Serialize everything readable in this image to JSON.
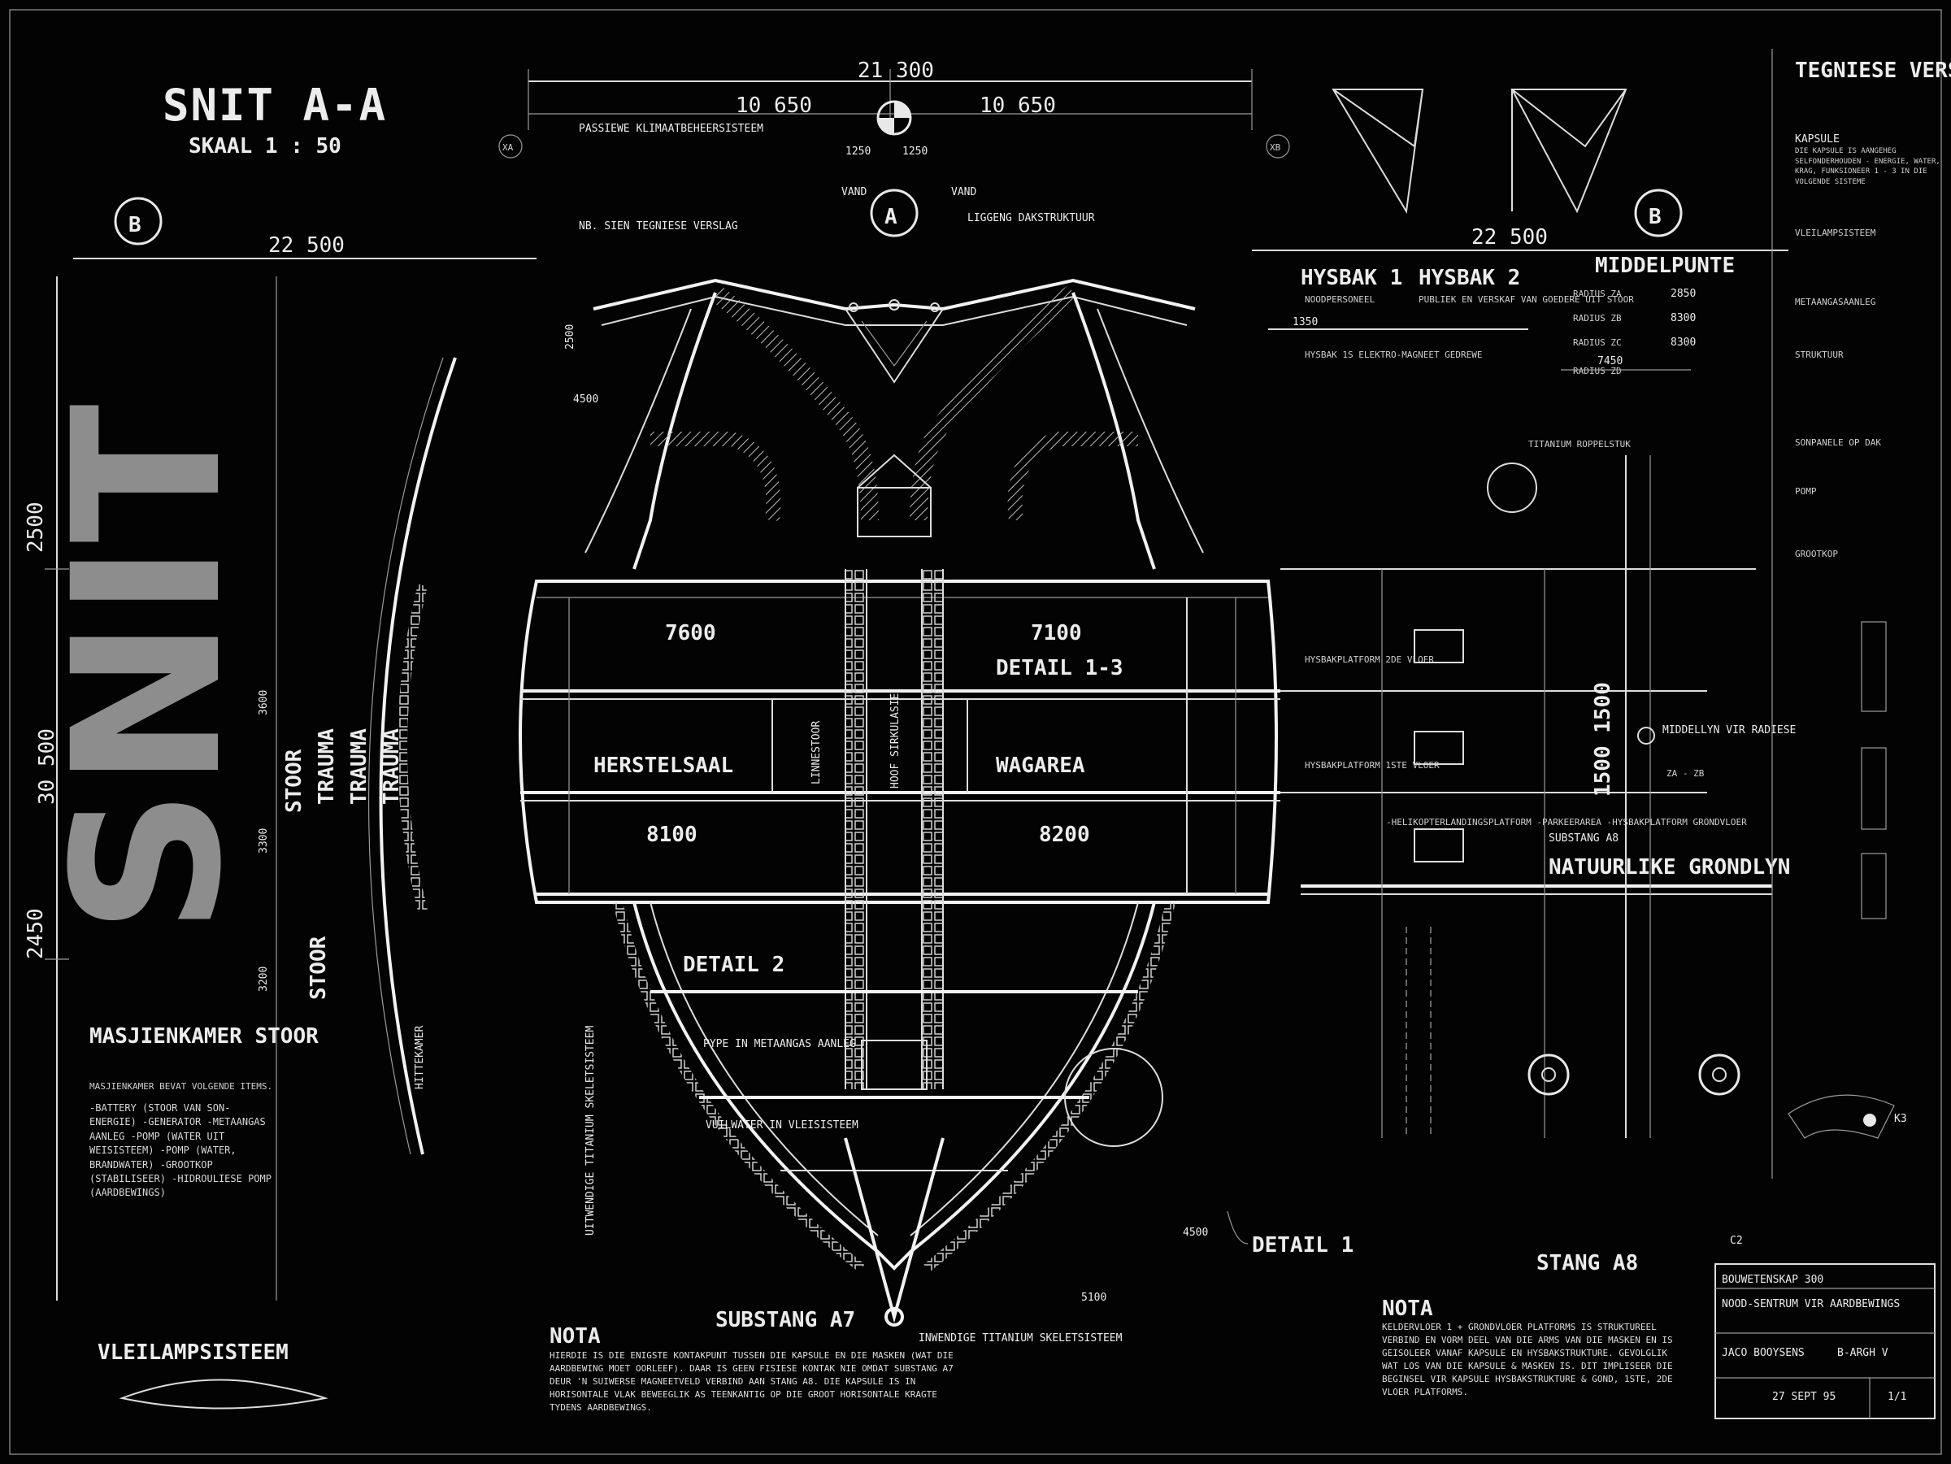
{
  "title": {
    "main": "SNIT A-A",
    "scale": "SKAAL 1 : 50",
    "vertical_word": "SNIT",
    "grid_b": "B",
    "grid_a": "A"
  },
  "dimensions": {
    "overall_width": "21 300",
    "half_left": "10 650",
    "half_right": "10 650",
    "span_left": "22 500",
    "span_right": "22 500",
    "height_total": "30 500",
    "top_height": "2500",
    "bottom_height": "2450",
    "deck_left": "7600",
    "deck_right": "7100",
    "deck_lower_left": "8100",
    "deck_lower_right": "8200",
    "floor_height": "1500 1500",
    "sub_2500": "2500",
    "sub_4500": "4500",
    "sub_1250a": "1250",
    "sub_1250b": "1250",
    "sub_3600": "3600",
    "sub_3300": "3300",
    "sub_3200": "3200",
    "sub_5100": "5100",
    "sub_4500b": "4500",
    "sub_1350": "1350"
  },
  "labels": {
    "passive_climate": "PASSIEWE KLIMAATBEHEERSISTEEM",
    "tech_report_ref": "NB. SIEN TEGNIESE VERSLAG",
    "roof_structure": "LIGGENG DAKSTRUKTUUR",
    "hysbak1": "HYSBAK 1",
    "hysbak2": "HYSBAK 2",
    "hysbak1_desc": "NOODPERSONEEL",
    "hysbak2_desc": "PUBLIEK EN VERSKAF VAN GOEDERE UIT STOOR",
    "hysbak_magnet": "HYSBAK 1S ELEKTRO-MAGNEET GEDREWE",
    "middle_points": "MIDDELPUNTE",
    "radius_za": "RADIUS ZA",
    "radius_zb": "RADIUS ZB",
    "radius_zc": "RADIUS ZC",
    "radius_zd": "RADIUS ZD",
    "r_za_val": "2850",
    "r_zb_val": "8300",
    "r_zc_val": "8300",
    "r_zd_val": "7450",
    "detail13": "DETAIL 1-3",
    "detail2": "DETAIL 2",
    "detail1": "DETAIL 1",
    "herstelsaal": "HERSTELSAAL",
    "wagarea": "WAGAREA",
    "linnestoor": "LINNESTOOR",
    "hoof_sirkulasie": "HOOF SIRKULASIE",
    "trauma1": "TRAUMA",
    "trauma2": "TRAUMA",
    "trauma3": "TRAUMA",
    "stoor_top": "STOOR",
    "stoor_bottom": "STOOR",
    "machine_room": "MASJIENKAMER STOOR",
    "machine_room_desc": "MASJIENKAMER BEVAT VOLGENDE ITEMS.",
    "machine_items": "-BATTERY (STOOR VAN SON-ENERGIE) -GENERATOR -METAANGAS AANLEG -POMP (WATER UIT WEISISTEEM) -POMP (WATER, BRANDWATER) -GROOTKOP (STABILISEER) -HIDROULIESE POMP (AARDBEWINGS)",
    "vleil_system": "VLEILAMPSISTEEM",
    "middellyn": "MIDDELLYN VIR RADIESE",
    "za_zb": "ZA - ZB",
    "natural_ground": "NATUURLIKE GRONDLYN",
    "substang_a8": "SUBSTANG A8",
    "substang_a7": "SUBSTANG A7",
    "stang_a8": "STANG A8",
    "hyskbak_platform_2": "HYSBAKPLATFORM 2DE VLOER",
    "hyskbak_platform_1": "HYSBAKPLATFORM 1STE VLOER",
    "helicopter": "-HELIKOPTERLANDINGSPLATFORM -PARKEERAREA -HYSBAKPLATFORM GRONDVLOER",
    "titanium": "TITANIUM ROPPELSTUK",
    "inner_titanium": "INWENDIGE TITANIUM SKELETSISTEEM",
    "outer_titanium": "UITWENDIGE TITANIUM SKELETSISTEEM",
    "hittekamer": "HITTEKAMER",
    "pipe_gas": "PYPE IN METAANGAS AANLEG",
    "vuilwater": "VUILWATER IN VLEISISTEEM",
    "vand": "VAND",
    "xa": "XA",
    "xb": "XB",
    "k3": "K3",
    "c2": "C2"
  },
  "nota_left": {
    "heading": "NOTA",
    "body": "HIERDIE IS DIE ENIGSTE KONTAKPUNT TUSSEN DIE KAPSULE EN DIE MASKEN (WAT DIE AARDBEWING MOET OORLEEF). DAAR IS GEEN FISIESE KONTAK NIE OMDAT SUBSTANG A7 DEUR 'N SUIWERSE MAGNEETVELD VERBIND AAN STANG A8. DIE KAPSULE IS IN HORISONTALE VLAK BEWEEGLIK AS TEENKANTIG OP DIE GROOT HORISONTALE KRAGTE TYDENS AARDBEWINGS."
  },
  "nota_right": {
    "heading": "NOTA",
    "body": "KELDERVLOER 1 + GRONDVLOER PLATFORMS IS STRUKTUREEL VERBIND EN VORM DEEL VAN DIE ARMS VAN DIE MASKEN EN IS GEISOLEER VANAF KAPSULE EN HYSBAKSTRUKTURE. GEVOLGLIK WAT LOS VAN DIE KAPSULE & MASKEN IS. DIT IMPLISEER DIE BEGINSEL VIR KAPSULE HYSBAKSTRUKTURE & GOND, 1STE, 2DE VLOER PLATFORMS."
  },
  "report": {
    "heading": "TEGNIESE VERSLAG",
    "kapsule": "KAPSULE",
    "kapsule_body": "DIE KAPSULE IS AANGEHEG SELFONDERHOUDEN - ENERGIE, WATER, KRAG, FUNKSIONEER 1 - 3 IN DIE VOLGENDE SISTEME",
    "vleilamp": "VLEILAMPSISTEEM",
    "metaangas": "METAANGASAANLEG",
    "struktuur": "STRUKTUUR",
    "sonpanele": "SONPANELE OP DAK",
    "pomp": "POMP",
    "grootkop": "GROOTKOP"
  },
  "title_block": {
    "course": "BOUWETENSKAP 300",
    "project": "NOOD-SENTRUM VIR AARDBEWINGS",
    "student": "JACO BOOYSENS",
    "class": "B-ARGH V",
    "date": "27 SEPT 95",
    "sheet": "1/1"
  }
}
